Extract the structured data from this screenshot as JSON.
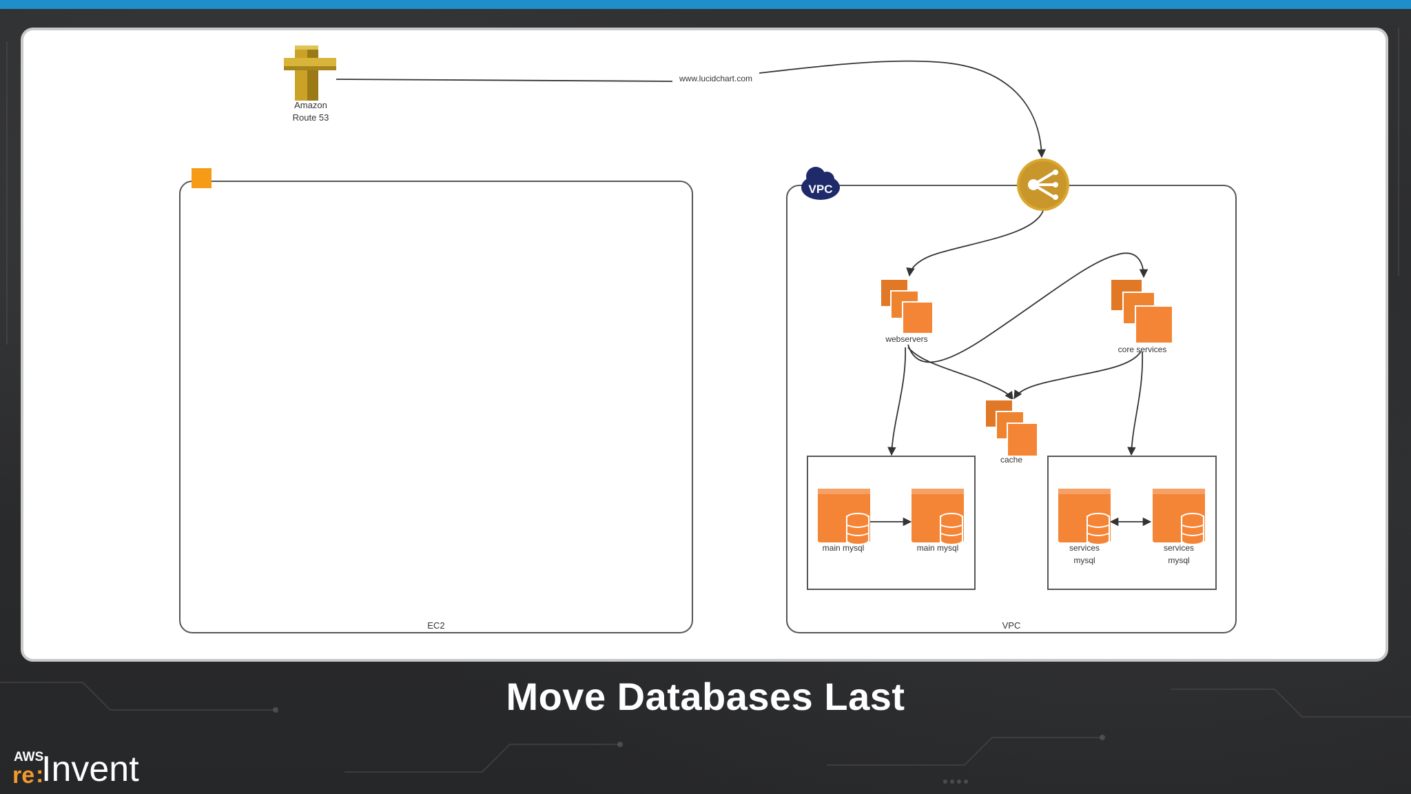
{
  "slide": {
    "title": "Move Databases Last"
  },
  "diagram": {
    "route53": {
      "label_line1": "Amazon",
      "label_line2": "Route 53"
    },
    "connection_label": "www.lucidchart.com",
    "ec2_group": {
      "label": "EC2"
    },
    "vpc_group": {
      "label": "VPC",
      "badge": "VPC"
    },
    "load_balancer": {
      "icon": "elb-icon"
    },
    "webservers": {
      "label": "webservers"
    },
    "core_services": {
      "label": "core services"
    },
    "cache": {
      "label": "cache"
    },
    "main_db": {
      "primary": {
        "label": "main mysql"
      },
      "replica": {
        "label": "main mysql"
      }
    },
    "services_db": {
      "primary": {
        "label_line1": "services",
        "label_line2": "mysql"
      },
      "replica": {
        "label_line1": "services",
        "label_line2": "mysql"
      }
    },
    "colors": {
      "aws_orange": "#f58536",
      "route53_gold": "#c9a227",
      "vpc_navy": "#1f2a6b",
      "line": "#333333"
    }
  },
  "branding": {
    "logo_aws": "AWS",
    "logo_re": "re",
    "logo_colon": ":",
    "logo_invent": "Invent"
  }
}
